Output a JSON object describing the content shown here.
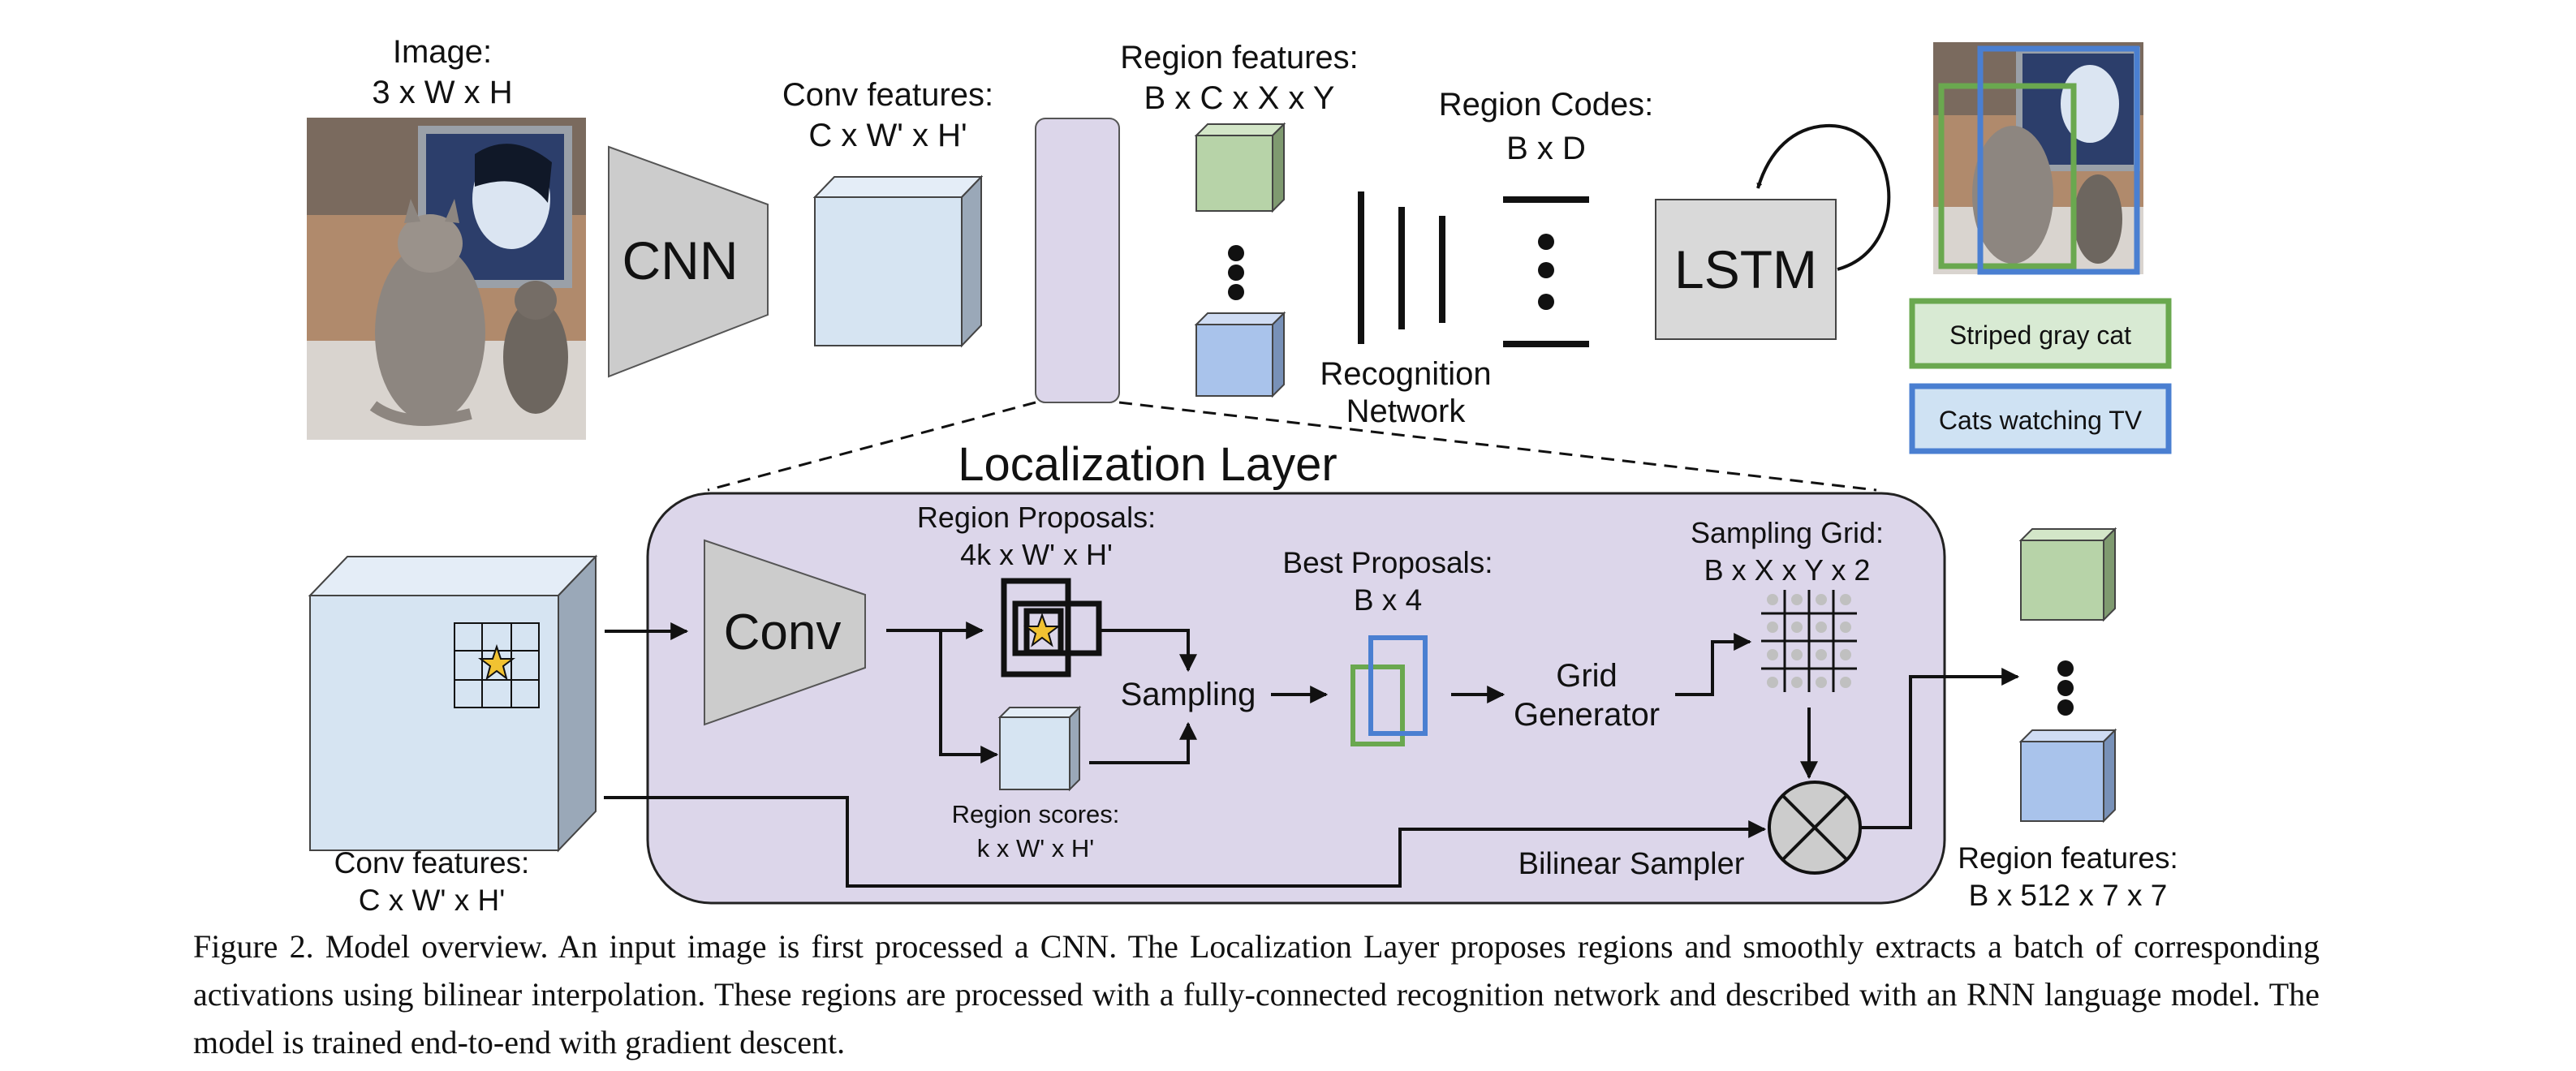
{
  "labels": {
    "image_title": "Image:",
    "image_dims": "3 x W x H",
    "cnn": "CNN",
    "conv_features_title": "Conv features:",
    "conv_features_dims": "C x W' x H'",
    "region_features_title": "Region features:",
    "region_features_dims": "B x C x X x Y",
    "region_codes_title": "Region Codes:",
    "region_codes_dims": "B x D",
    "recognition_line1": "Recognition",
    "recognition_line2": "Network",
    "lstm": "LSTM",
    "caption_green": "Striped gray cat",
    "caption_blue": "Cats watching TV",
    "localization_layer": "Localization Layer",
    "conv": "Conv",
    "region_proposals_title": "Region Proposals:",
    "region_proposals_dims": "4k x W' x H'",
    "region_scores_title": "Region scores:",
    "region_scores_dims": "k x W' x H'",
    "sampling": "Sampling",
    "best_proposals_title": "Best Proposals:",
    "best_proposals_dims": "B x 4",
    "grid_line1": "Grid",
    "grid_line2": "Generator",
    "sampling_grid_title": "Sampling Grid:",
    "sampling_grid_dims": "B x X x Y x 2",
    "bilinear_sampler": "Bilinear Sampler",
    "bottom_conv_title": "Conv features:",
    "bottom_conv_dims": "C x W' x H'",
    "out_region_title": "Region features:",
    "out_region_dims": "B x 512 x 7 x 7"
  },
  "caption": "Figure 2. Model overview.  An input image is first processed a CNN. The Localization Layer proposes regions and smoothly extracts a batch of corresponding activations using bilinear interpolation.  These regions are processed with a fully-connected recognition network and described with an RNN language model. The model is trained end-to-end with gradient descent.",
  "colors": {
    "feature_blue": "#d6e4f2",
    "proposal_green": "#b7d3a8",
    "proposal_blue": "#a9c3eb",
    "green_outline": "#6aa84f",
    "blue_outline": "#4a7fd1",
    "localization_bg": "#dcd6ea",
    "gray_shape": "#cccccc",
    "star": "#f1c232"
  }
}
